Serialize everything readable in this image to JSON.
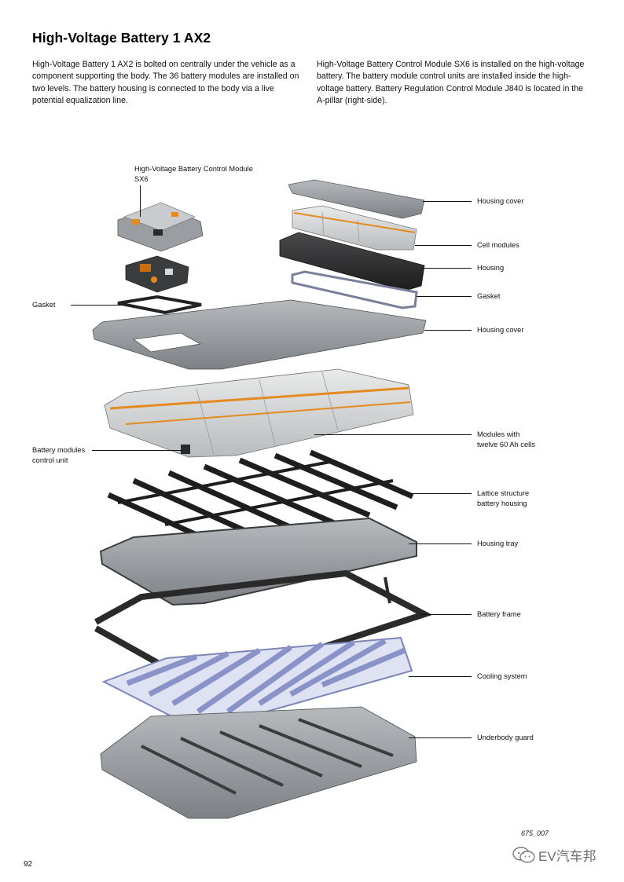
{
  "page": {
    "title": "High-Voltage Battery 1 AX2",
    "intro_left": "High-Voltage Battery 1 AX2 is bolted on centrally under the vehicle as a component supporting the body. The 36 battery modules are installed on two levels. The battery housing is connected to the body via a live potential equalization line.",
    "intro_right": "High-Voltage Battery Control Module SX6 is installed on the high-voltage battery. The battery module control units are installed inside the high-voltage battery. Battery Regulation Control Module J840 is located in the A-pillar (right-side).",
    "figure_id": "675_007",
    "page_number": "92",
    "watermark": "EV汽车邦"
  },
  "labels": {
    "control_module_line1": "High-Voltage Battery Control Module",
    "control_module_line2": "SX6",
    "gasket_left": "Gasket",
    "bmcu_line1": "Battery modules",
    "bmcu_line2": "control unit",
    "housing_cover_top": "Housing cover",
    "cell_modules": "Cell modules",
    "housing": "Housing",
    "gasket_right": "Gasket",
    "housing_cover_main": "Housing cover",
    "modules_line1": "Modules with",
    "modules_line2": "twelve 60 Ah cells",
    "lattice_line1": "Lattice structure",
    "lattice_line2": "battery housing",
    "housing_tray": "Housing tray",
    "battery_frame": "Battery frame",
    "cooling_system": "Cooling system",
    "underbody_guard": "Underbody guard"
  },
  "icons": {
    "watermark_icon": "wechat-icon"
  },
  "colors": {
    "accent_orange": "#e58a1f",
    "dark_part": "#2a2a2a",
    "grey_part": "#8e9296",
    "cooling_blue": "#8a93c8"
  }
}
